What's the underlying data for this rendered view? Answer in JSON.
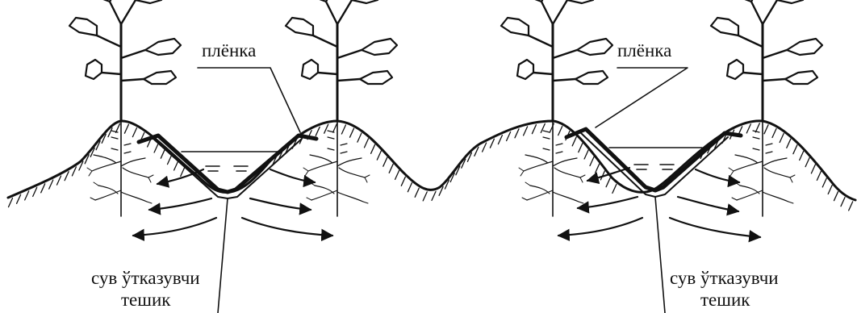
{
  "figure": {
    "panels": [
      {
        "film_label": "плёнка",
        "hole_label_line1": "сув ўтказувчи",
        "hole_label_line2": "тешик"
      },
      {
        "film_label": "плёнка",
        "hole_label_line1": "сув ўтказувчи",
        "hole_label_line2": "тешик"
      }
    ],
    "colors": {
      "ink": "#111111",
      "background": "#ffffff"
    }
  }
}
